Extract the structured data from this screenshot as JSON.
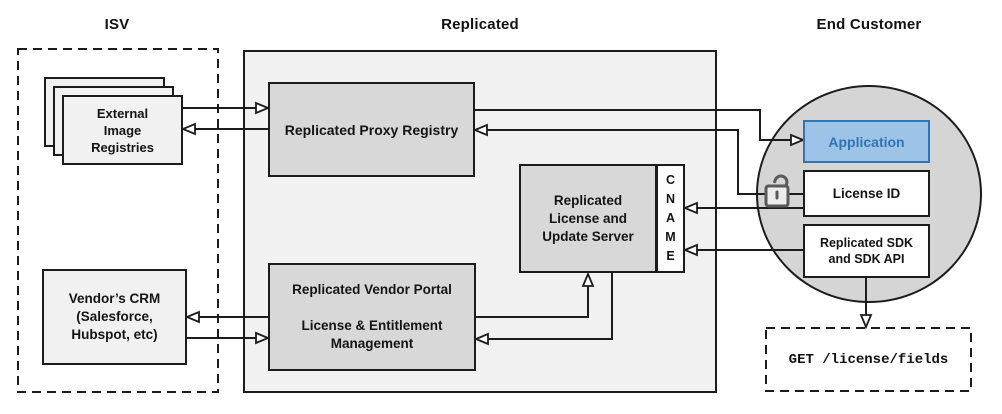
{
  "diagram": {
    "columns": {
      "isv": "ISV",
      "replicated": "Replicated",
      "end_customer": "End Customer"
    },
    "nodes": {
      "external_image_registries": "External\nImage\nRegistries",
      "vendors_crm": "Vendor’s CRM\n(Salesforce,\nHubspot, etc)",
      "proxy_registry": "Replicated Proxy Registry",
      "license_update_server": "Replicated\nLicense and\nUpdate Server",
      "cname": "C\nN\nA\nM\nE",
      "vendor_portal": "Replicated Vendor Portal\n\nLicense & Entitlement\nManagement",
      "application": "Application",
      "license_id": "License ID",
      "sdk": "Replicated SDK\nand SDK API",
      "get_endpoint": "GET /license/fields"
    },
    "colors": {
      "accent_blue": "#2E75B6",
      "application_fill": "#9DC3E6",
      "node_gray": "#D8D8D8",
      "container_gray": "#F1F1F1",
      "circle_gray": "#D5D5D5",
      "line_black": "#1C1C1C",
      "lock_gray": "#595959"
    }
  }
}
